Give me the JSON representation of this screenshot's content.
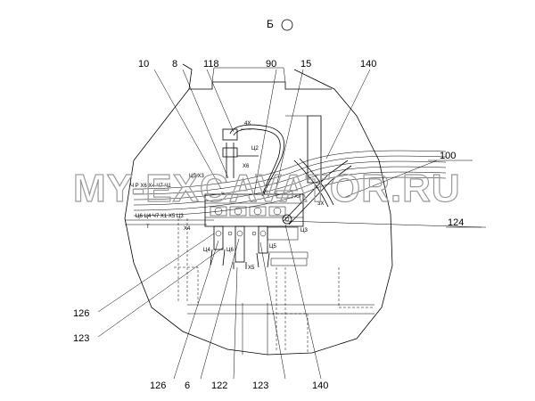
{
  "view_label": "Б",
  "watermark": "MY-EXCAVATOR.RU",
  "callouts_top": [
    "10",
    "8",
    "118",
    "90",
    "15",
    "140"
  ],
  "callouts_right": [
    "100",
    "124"
  ],
  "callouts_left": [
    "126",
    "123"
  ],
  "callouts_bottom": [
    "126",
    "6",
    "122",
    "123",
    "140"
  ],
  "labels": {
    "l_4x": "4X",
    "l_u2": "Ц2",
    "l_x6": "X6",
    "l_u5x3": "Ц5 X3",
    "l_top_row": "Ч Р Х6  Х4  Ч7  Ч1",
    "l_mid_row": "Ц6  Ц4  Ч7  Х1 Х5 Ц3",
    "l_t": "Т",
    "l_x4": "Х4",
    "l_x3": "X3",
    "l_3x": "3X",
    "l_u3": "Ц3",
    "l_u4": "Ц4",
    "l_u6": "Ц6",
    "l_x5": "Х5",
    "l_u5": "Ц5"
  }
}
